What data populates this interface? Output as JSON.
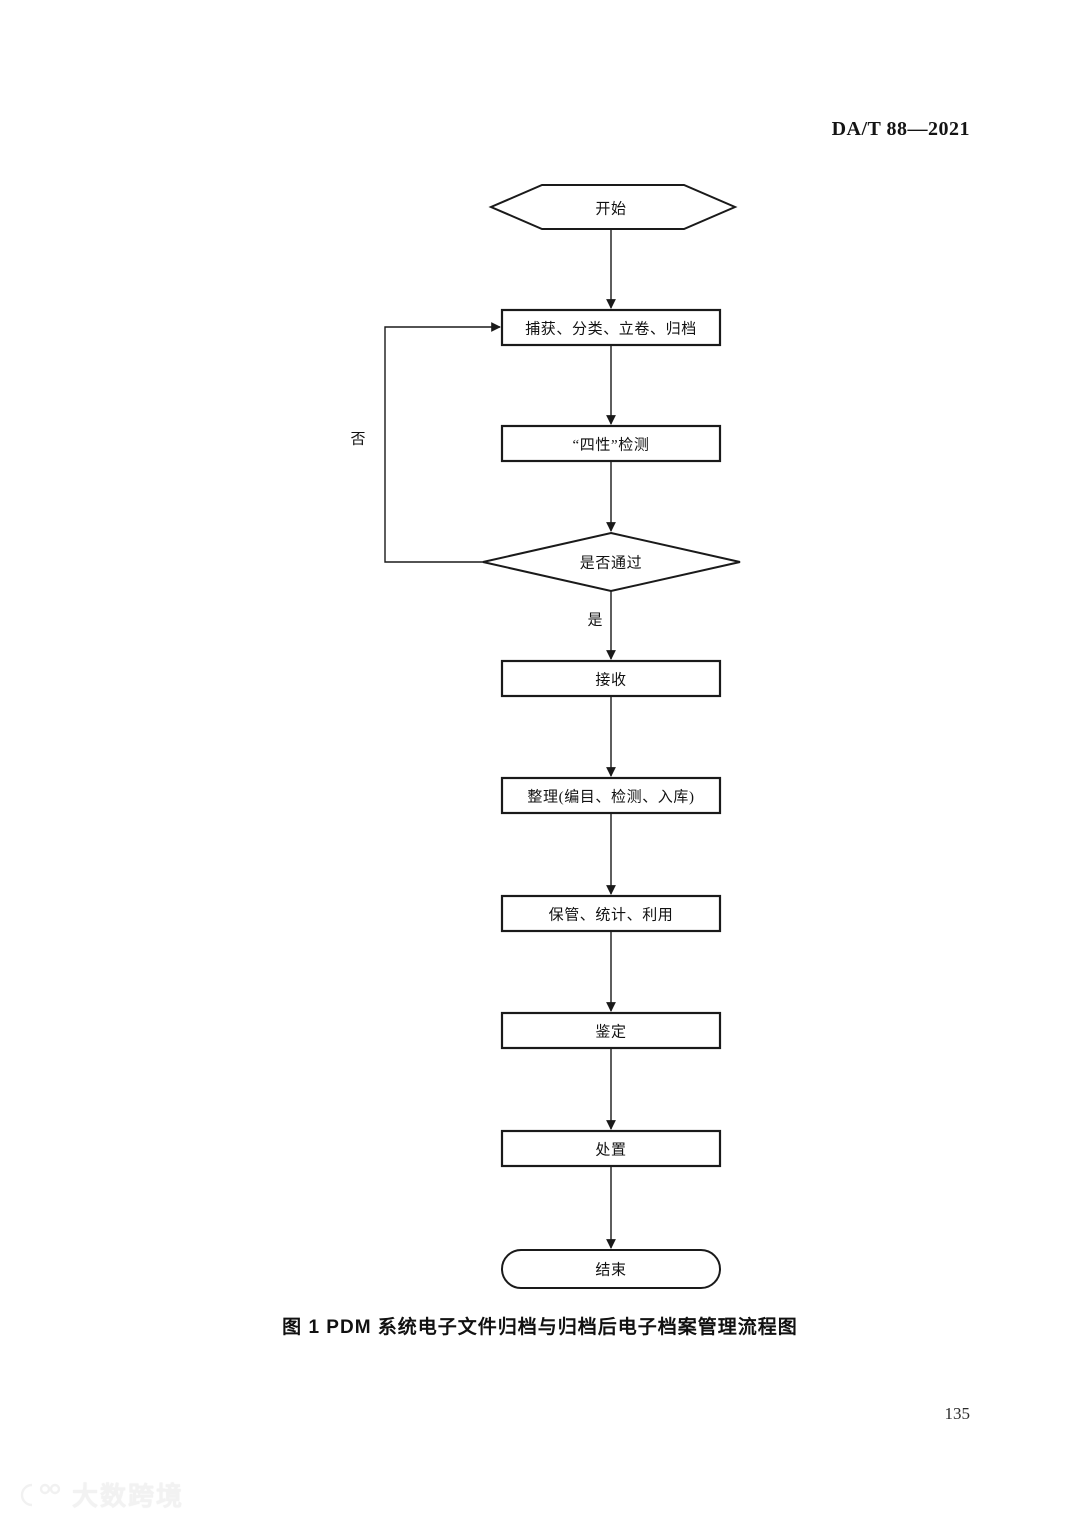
{
  "document": {
    "standard_number": "DA/T 88—2021",
    "page_number": "135"
  },
  "figure": {
    "caption": "图 1   PDM 系统电子文件归档与归档后电子档案管理流程图",
    "nodes": [
      {
        "id": "start",
        "shape": "hexagon",
        "label": "开始"
      },
      {
        "id": "capture",
        "shape": "rectangle",
        "label": "捕获、分类、立卷、归档"
      },
      {
        "id": "fourtest",
        "shape": "rectangle",
        "label": "“四性”检测"
      },
      {
        "id": "decision",
        "shape": "diamond",
        "label": "是否通过"
      },
      {
        "id": "receive",
        "shape": "rectangle",
        "label": "接收"
      },
      {
        "id": "arrange",
        "shape": "rectangle",
        "label": "整理(编目、检测、入库)"
      },
      {
        "id": "keep",
        "shape": "rectangle",
        "label": "保管、统计、利用"
      },
      {
        "id": "appraise",
        "shape": "rectangle",
        "label": "鉴定"
      },
      {
        "id": "dispose",
        "shape": "rectangle",
        "label": "处置"
      },
      {
        "id": "end",
        "shape": "stadium",
        "label": "结束"
      }
    ],
    "edge_labels": [
      {
        "id": "no",
        "label": "否",
        "from": "decision",
        "to": "capture"
      },
      {
        "id": "yes",
        "label": "是",
        "from": "decision",
        "to": "receive"
      }
    ],
    "line_color": "#1a1a1a"
  },
  "watermark": {
    "text": "大数跨境"
  }
}
